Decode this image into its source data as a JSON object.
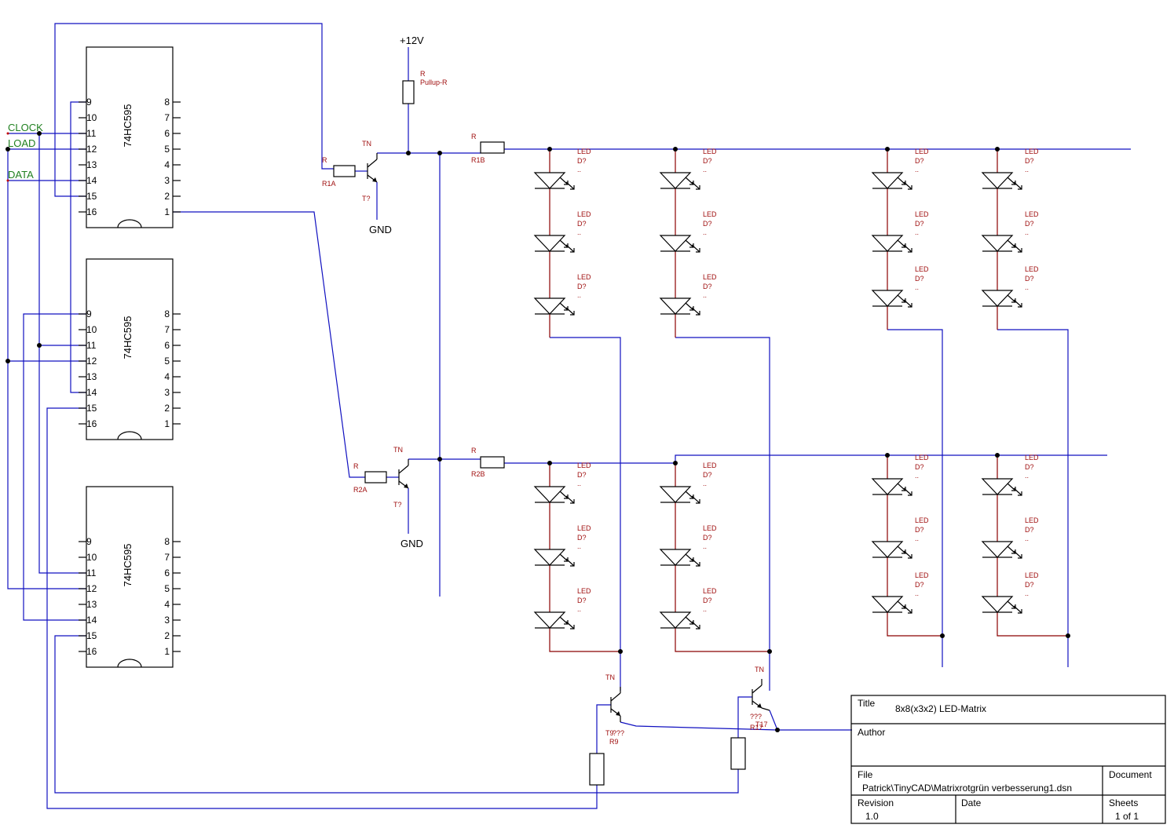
{
  "ics": [
    {
      "name": "74HC595",
      "left_pins": [
        "9",
        "10",
        "11",
        "12",
        "13",
        "14",
        "15",
        "16"
      ],
      "right_pins": [
        "8",
        "7",
        "6",
        "5",
        "4",
        "3",
        "2",
        "1"
      ]
    },
    {
      "name": "74HC595",
      "left_pins": [
        "9",
        "10",
        "11",
        "12",
        "13",
        "14",
        "15",
        "16"
      ],
      "right_pins": [
        "8",
        "7",
        "6",
        "5",
        "4",
        "3",
        "2",
        "1"
      ]
    },
    {
      "name": "74HC595",
      "left_pins": [
        "9",
        "10",
        "11",
        "12",
        "13",
        "14",
        "15",
        "16"
      ],
      "right_pins": [
        "8",
        "7",
        "6",
        "5",
        "4",
        "3",
        "2",
        "1"
      ]
    }
  ],
  "nets": {
    "clock": "CLOCK",
    "load": "LOAD",
    "data": "DATA"
  },
  "power": {
    "vcc": "+12V",
    "gnd": "GND"
  },
  "resistors": {
    "pullup_type": "R",
    "pullup_name": "Pullup-R",
    "r1a_type": "R",
    "r1a_name": "R1A",
    "r1b_type": "R",
    "r1b_name": "R1B",
    "r2a_type": "R",
    "r2a_name": "R2A",
    "r2b_type": "R",
    "r2b_name": "R2B",
    "r9_name": "R9",
    "r17_name": "R17"
  },
  "transistors": {
    "t1_type": "TN",
    "t1_name": "T?",
    "t2_type": "TN",
    "t2_name": "T?",
    "t3_type": "TN",
    "t3_name": "T9",
    "t4_type": "TN",
    "t4_name": "T17"
  },
  "led": {
    "type": "LED",
    "name": "D?",
    "value": ".."
  },
  "unknown_value": "???",
  "title_block": {
    "title_label": "Title",
    "title_value": "8x8(x3x2) LED-Matrix",
    "author_label": "Author",
    "author_value": "",
    "file_label": "File",
    "file_value": "Patrick\\TinyCAD\\Matrixrotgrün verbesserung1.dsn",
    "document_label": "Document",
    "document_value": "",
    "revision_label": "Revision",
    "revision_value": "1.0",
    "date_label": "Date",
    "date_value": "",
    "sheets_label": "Sheets",
    "sheets_value": "1 of 1"
  }
}
